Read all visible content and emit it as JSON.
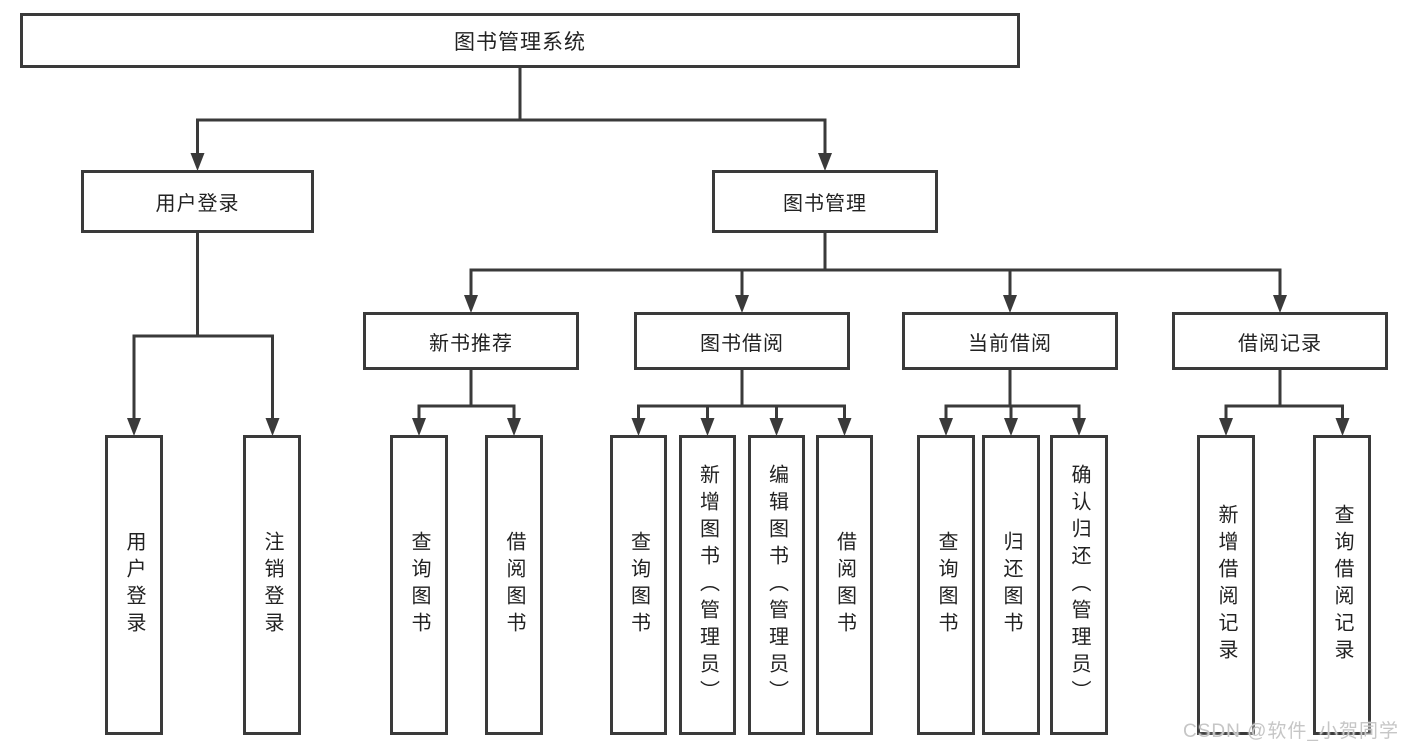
{
  "tree": {
    "root": {
      "label": "图书管理系统"
    },
    "user_login": {
      "label": "用户登录",
      "children": [
        {
          "label": "用户登录"
        },
        {
          "label": "注销登录"
        }
      ]
    },
    "book_mgmt": {
      "label": "图书管理",
      "sections": [
        {
          "label": "新书推荐",
          "children": [
            {
              "label": "查询图书"
            },
            {
              "label": "借阅图书"
            }
          ]
        },
        {
          "label": "图书借阅",
          "children": [
            {
              "label": "查询图书"
            },
            {
              "label": "新增图书（管理员）"
            },
            {
              "label": "编辑图书（管理员）"
            },
            {
              "label": "借阅图书"
            }
          ]
        },
        {
          "label": "当前借阅",
          "children": [
            {
              "label": "查询图书"
            },
            {
              "label": "归还图书"
            },
            {
              "label": "确认归还（管理员）"
            }
          ]
        },
        {
          "label": "借阅记录",
          "children": [
            {
              "label": "新增借阅记录"
            },
            {
              "label": "查询借阅记录"
            }
          ]
        }
      ]
    }
  },
  "watermark": {
    "text": "CSDN @软件_小贺同学"
  },
  "colors": {
    "line": "#3a3a3a",
    "text": "#222222",
    "watermark": "#c6c6c6",
    "background": "#ffffff"
  }
}
